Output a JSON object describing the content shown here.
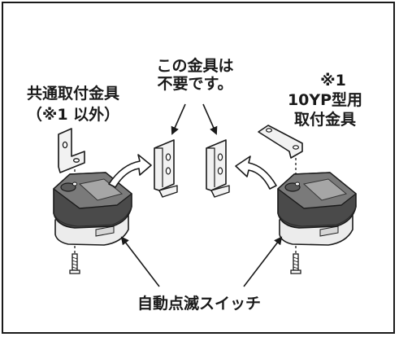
{
  "labels": {
    "common_bracket_line1": "共通取付金具",
    "common_bracket_line2": "（※1 以外）",
    "unneeded_line1": "この金具は",
    "unneeded_line2": "不要です。",
    "note_mark": "※1",
    "model_line1": "10YP型用",
    "model_line2": "取付金具",
    "switch_caption": "自動点滅スイッチ"
  },
  "colors": {
    "ink": "#1a1a1a",
    "housing_dark": "#4a4a4a",
    "housing_mid": "#7a7a7a",
    "housing_light": "#a6a6a6",
    "base": "#ececec",
    "metal": "#f2f2f2",
    "arrow_fill": "#ffffff"
  }
}
